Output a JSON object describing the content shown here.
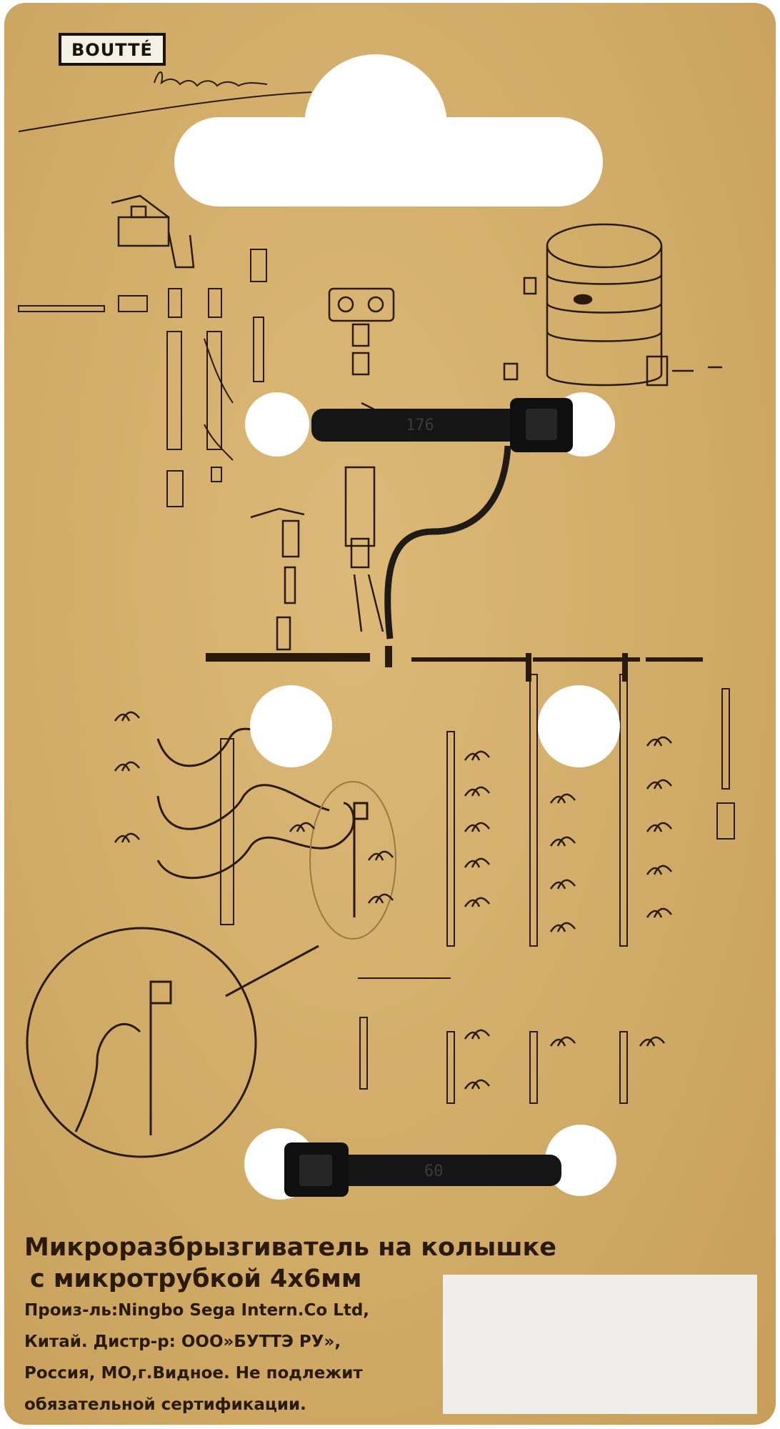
{
  "packaging": {
    "brand_logo": "BOUTTÉ",
    "signature": "Russia",
    "tie_marks": [
      "176",
      "60"
    ],
    "title_lines": [
      "Микроразбрызгиватель на колышке",
      "с микротрубкой 4х6мм"
    ],
    "info_lines": [
      "Произ-ль:Ningbo Sega Intern.Co Ltd,",
      "Китай. Дистр-р: ООО»БУТТЭ РУ»,",
      "Россия, МО,г.Видное. Не подлежит",
      "обязательной сертификации."
    ]
  },
  "colors": {
    "card": "#d1ab68",
    "ink": "#2a1a0c",
    "cable_tie": "#151515",
    "sticker": "#efeeea"
  }
}
